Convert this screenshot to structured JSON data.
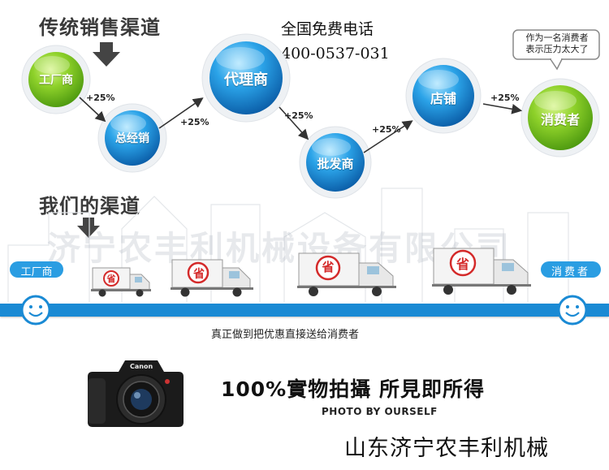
{
  "headings": {
    "traditional": "传统销售渠道",
    "ours": "我们的渠道"
  },
  "phone": {
    "label": "全国免费电话",
    "number": "400-0537-031"
  },
  "nodes": {
    "factory": "工厂商",
    "distributor": "总经销",
    "agent": "代理商",
    "wholesaler": "批发商",
    "store": "店铺",
    "consumer": "消费者"
  },
  "markups": {
    "m1": "+25%",
    "m2": "+25%",
    "m3": "+25%",
    "m4": "+25%",
    "m5": "+25%"
  },
  "bubble": {
    "line1": "作为一名消费者",
    "line2": "表示压力太大了"
  },
  "watermark": "济宁农丰利机械设备有限公司",
  "strip": {
    "left_label": "工厂商",
    "right_label": "消费者",
    "caption": "真正做到把优惠直接送给消费者",
    "truck_badge": "省"
  },
  "camera": {
    "brand": "Canon"
  },
  "slogan": {
    "main": "100%實物拍攝  所見即所得",
    "sub": "PHOTO BY OURSELF"
  },
  "footer": "山东济宁农丰利机械",
  "colors": {
    "green": "#7cc521",
    "blue": "#1e8fd8",
    "strip": "#1a8ad4",
    "badge_red": "#d42a2a"
  }
}
